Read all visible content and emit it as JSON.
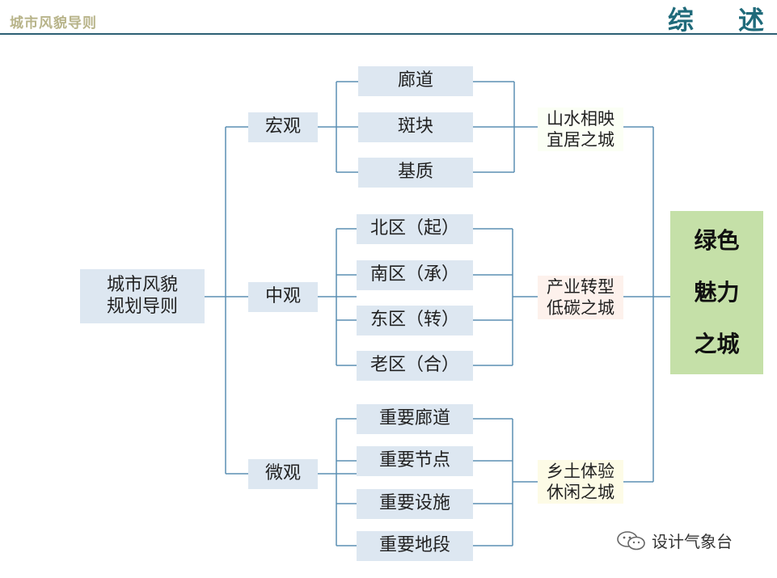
{
  "header": {
    "left_title": "城市风貌导则",
    "right_title": "综 述"
  },
  "root": "城市风貌\n规划导则",
  "levels": [
    {
      "label": "宏观",
      "items": [
        "廊道",
        "斑块",
        "基质"
      ],
      "result": "山水相映\n宜居之城",
      "result_bg": "#fbfff5"
    },
    {
      "label": "中观",
      "items": [
        "北区（起）",
        "南区（承）",
        "东区（转）",
        "老区（合）"
      ],
      "result": "产业转型\n低碳之城",
      "result_bg": "#fdf1ec"
    },
    {
      "label": "微观",
      "items": [
        "重要廊道",
        "重要节点",
        "重要设施",
        "重要地段"
      ],
      "result": "乡土体验\n休闲之城",
      "result_bg": "#fdfbe6"
    }
  ],
  "final": "绿色\n魅力\n之城",
  "watermark": "设计气象台",
  "colors": {
    "line": "#5b8fb4",
    "box": "#dde7f1",
    "final": "#c5e0a8",
    "header_line": "#2c5f74",
    "header_right": "#1f6a7a",
    "header_left": "#b8b48a"
  }
}
